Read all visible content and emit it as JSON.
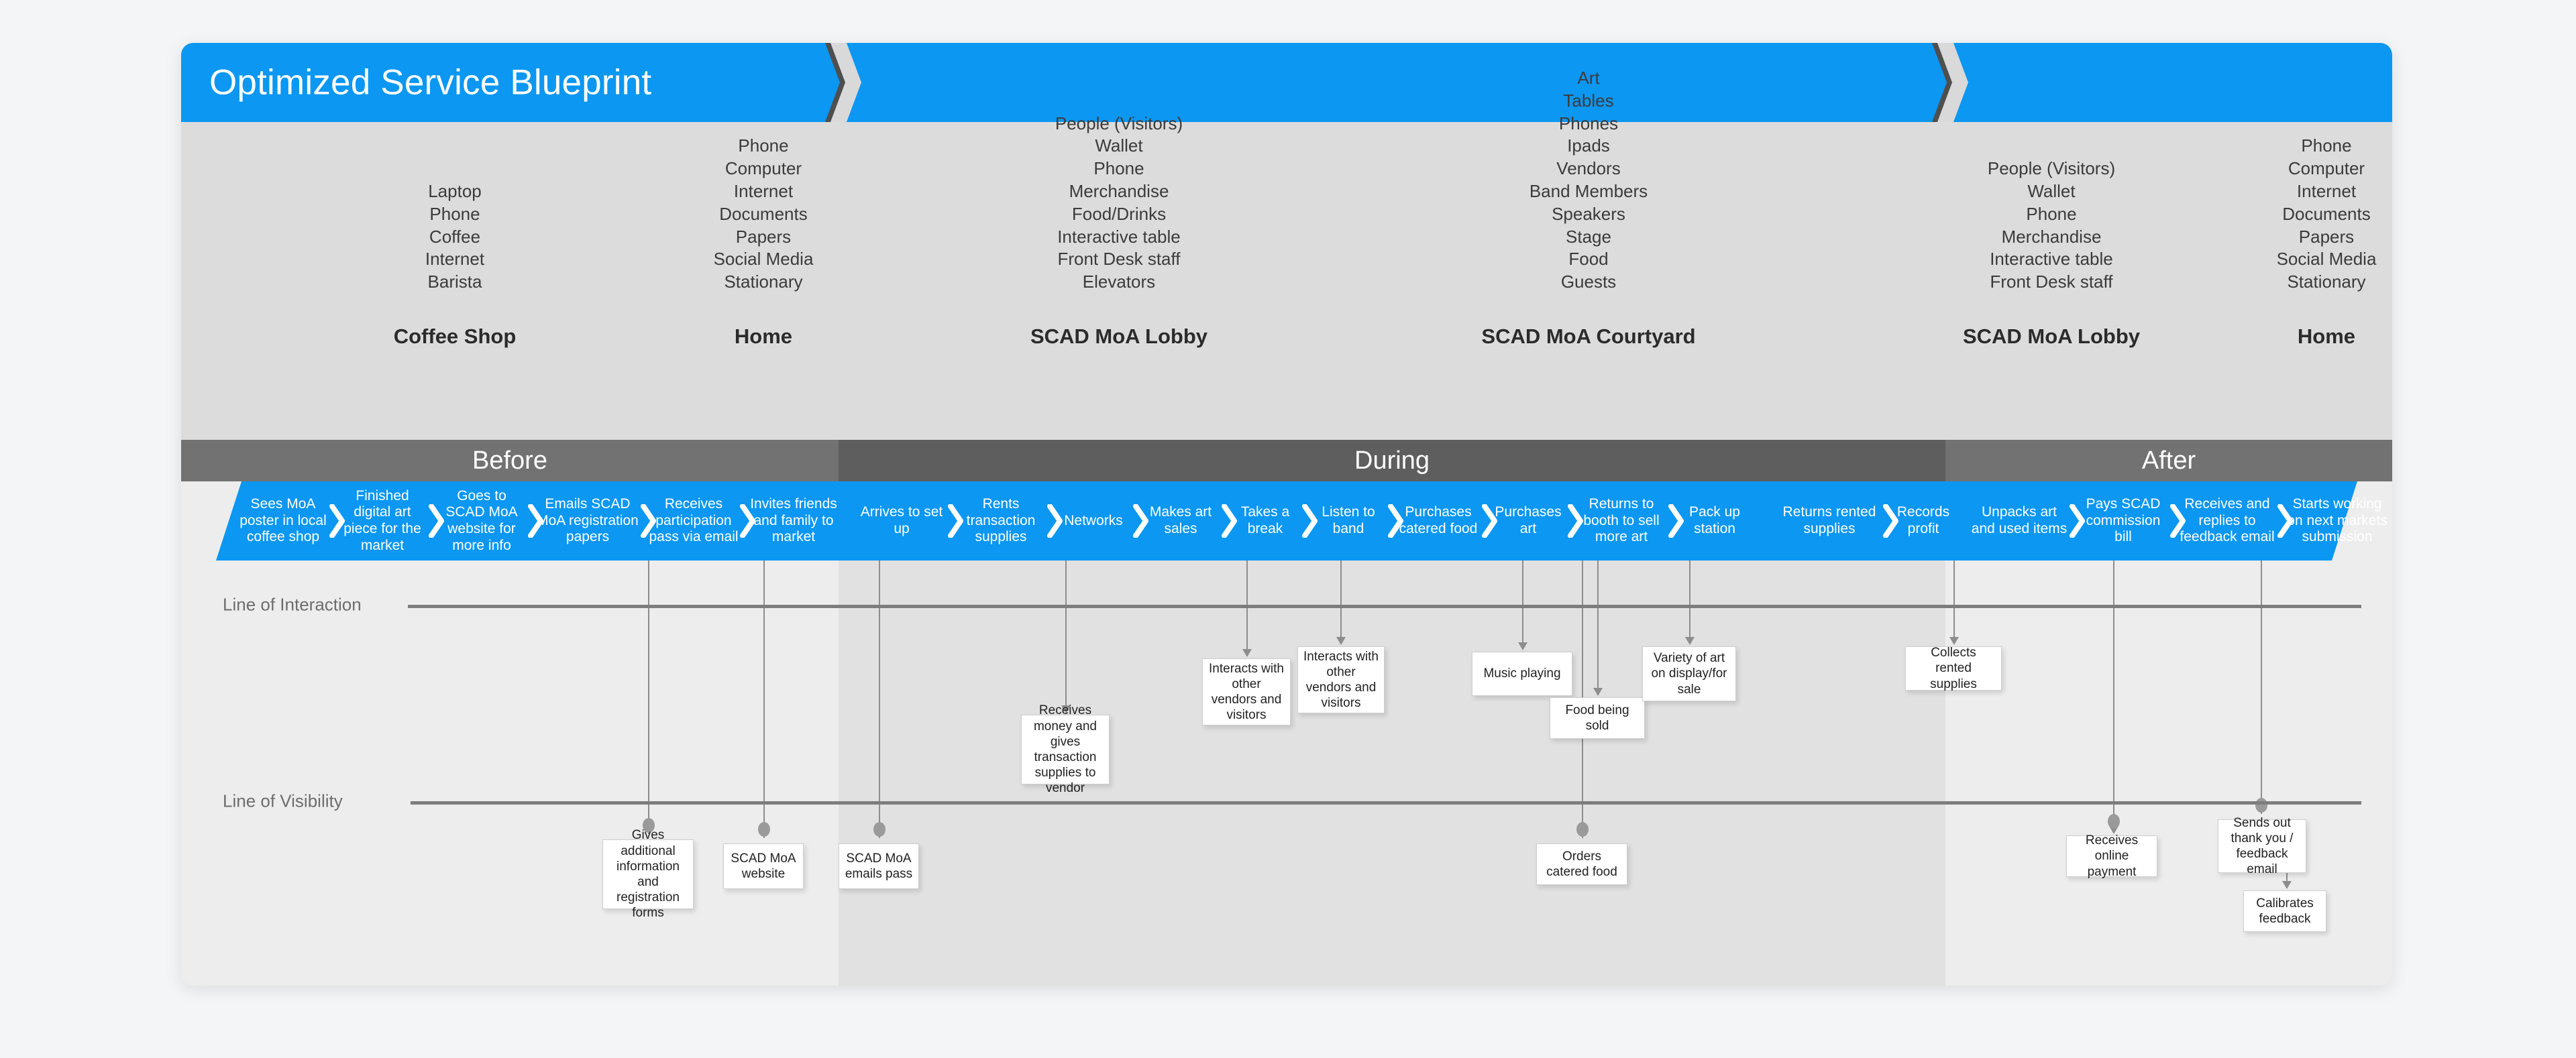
{
  "header": {
    "title": "Optimized Service Blueprint",
    "accent": "#0b97f2"
  },
  "physical_evidence": [
    {
      "title": "Coffee Shop",
      "items": [
        "Laptop",
        "Phone",
        "Coffee",
        "Internet",
        "Barista"
      ]
    },
    {
      "title": "Home",
      "items": [
        "Phone",
        "Computer",
        "Internet",
        "Documents",
        "Papers",
        "Social Media",
        "Stationary"
      ]
    },
    {
      "title": "SCAD MoA Lobby",
      "items": [
        "People (Visitors)",
        "Wallet",
        "Phone",
        "Merchandise",
        "Food/Drinks",
        "Interactive table",
        "Front Desk staff",
        "Elevators"
      ]
    },
    {
      "title": "SCAD MoA Courtyard",
      "items": [
        "Art",
        "Tables",
        "Phones",
        "Ipads",
        "Vendors",
        "Band Members",
        "Speakers",
        "Stage",
        "Food",
        "Guests"
      ]
    },
    {
      "title": "SCAD MoA Lobby",
      "items": [
        "People (Visitors)",
        "Wallet",
        "Phone",
        "Merchandise",
        "Interactive table",
        "Front Desk staff"
      ]
    },
    {
      "title": "Home",
      "items": [
        "Phone",
        "Computer",
        "Internet",
        "Documents",
        "Papers",
        "Social Media",
        "Stationary"
      ]
    }
  ],
  "phases": [
    {
      "label": "Before"
    },
    {
      "label": "During"
    },
    {
      "label": "After"
    }
  ],
  "steps": [
    {
      "label": "Sees MoA poster in local coffee shop"
    },
    {
      "label": "Finished digital art piece for the market"
    },
    {
      "label": "Goes to SCAD MoA website for more info"
    },
    {
      "label": "Emails SCAD MoA  registration papers"
    },
    {
      "label": "Receives participation pass via email"
    },
    {
      "label": "Invites friends and family to market"
    },
    {
      "label": "Arrives to set up"
    },
    {
      "label": "Rents transaction supplies"
    },
    {
      "label": "Networks"
    },
    {
      "label": "Makes art sales"
    },
    {
      "label": "Takes a break"
    },
    {
      "label": "Listen to band"
    },
    {
      "label": "Purchases catered food"
    },
    {
      "label": "Purchases art"
    },
    {
      "label": "Returns to booth to sell more art"
    },
    {
      "label": "Pack up station"
    },
    {
      "label": "Returns rented supplies"
    },
    {
      "label": "Records profit"
    },
    {
      "label": "Unpacks art and used items"
    },
    {
      "label": "Pays SCAD commission bill"
    },
    {
      "label": "Receives and replies to feedback email"
    },
    {
      "label": "Starts working on next markets submission"
    }
  ],
  "lines": [
    {
      "label": "Line of Interaction"
    },
    {
      "label": "Line of Visibility"
    }
  ],
  "backstage_notes": [
    {
      "label": "Receives money and gives transaction supplies to vendor"
    },
    {
      "label": "Interacts with other vendors and visitors"
    },
    {
      "label": "Interacts with other vendors and visitors"
    },
    {
      "label": "Music playing"
    },
    {
      "label": "Food being sold"
    },
    {
      "label": "Variety of art on display/for sale"
    },
    {
      "label": "Collects rented supplies"
    }
  ],
  "support_notes": [
    {
      "label": "Gives additional information and registration forms"
    },
    {
      "label": "SCAD MoA website"
    },
    {
      "label": "SCAD MoA emails pass"
    },
    {
      "label": "Orders catered food"
    },
    {
      "label": "Receives online payment"
    },
    {
      "label": "Sends out thank you / feedback email"
    },
    {
      "label": "Calibrates feedback"
    }
  ]
}
